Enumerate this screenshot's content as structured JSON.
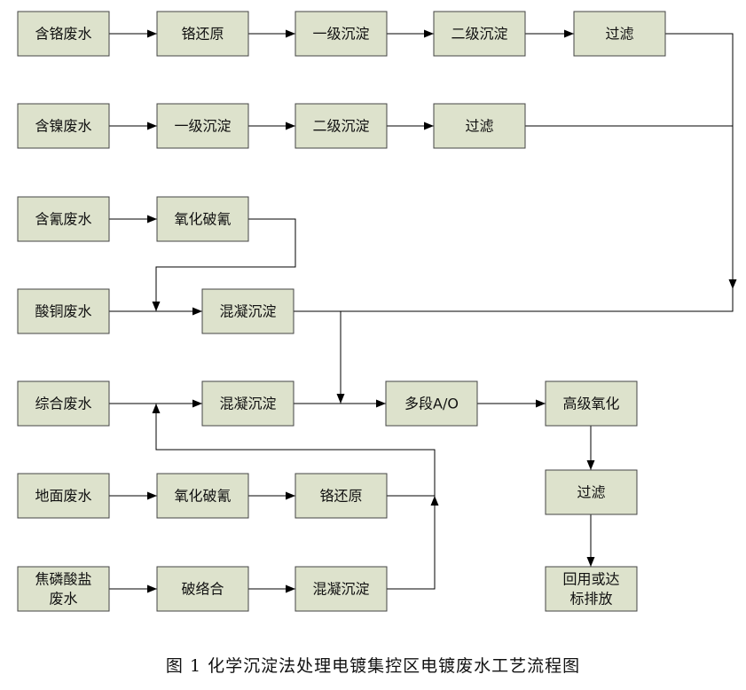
{
  "diagram": {
    "nodes": {
      "src_cr": [
        "含铬废水"
      ],
      "src_ni": [
        "含镍废水"
      ],
      "src_cn": [
        "含氰废水"
      ],
      "src_cu": [
        "酸铜废水"
      ],
      "src_mix": [
        "综合废水"
      ],
      "src_floor": [
        "地面废水"
      ],
      "src_pyro": [
        "焦磷酸盐",
        "废水"
      ],
      "cr_reduce": [
        "铬还原"
      ],
      "cr_prec1": [
        "一级沉淀"
      ],
      "cr_prec2": [
        "二级沉淀"
      ],
      "cr_filter": [
        "过滤"
      ],
      "ni_prec1": [
        "一级沉淀"
      ],
      "ni_prec2": [
        "二级沉淀"
      ],
      "ni_filter": [
        "过滤"
      ],
      "cn_oxid": [
        "氧化破氰"
      ],
      "cu_coag": [
        "混凝沉淀"
      ],
      "mix_coag": [
        "混凝沉淀"
      ],
      "multi_ao": [
        "多段A/O"
      ],
      "adv_oxid": [
        "高级氧化"
      ],
      "final_filter": [
        "过滤"
      ],
      "reuse": [
        "回用或达",
        "标排放"
      ],
      "floor_oxid": [
        "氧化破氰"
      ],
      "floor_reduce": [
        "铬还原"
      ],
      "pyro_break": [
        "破络合"
      ],
      "pyro_coag": [
        "混凝沉淀"
      ]
    }
  },
  "caption": "图 1   化学沉淀法处理电镀集控区电镀废水工艺流程图"
}
